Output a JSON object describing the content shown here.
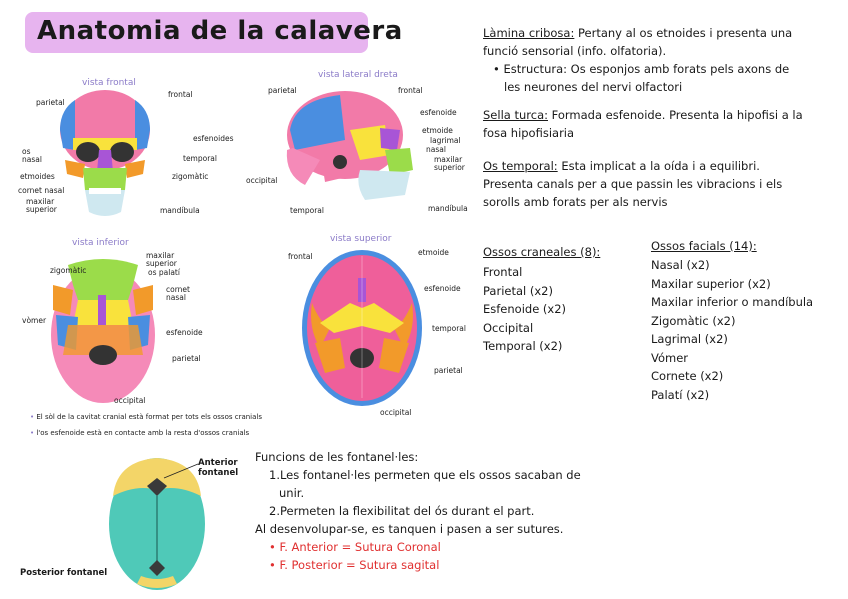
{
  "title": "Anatomia de la calavera",
  "views": {
    "frontal": {
      "label": "vista frontal",
      "bones": [
        "parietal",
        "frontal",
        "esfenoides",
        "os nasal",
        "temporal",
        "etmoides",
        "zigomàtic",
        "cornet nasal",
        "maxilar superior",
        "mandíbula"
      ]
    },
    "lateral": {
      "label": "vista lateral dreta",
      "bones": [
        "parietal",
        "frontal",
        "esfenoide",
        "etmoide",
        "lagrimal",
        "nasal",
        "maxilar superior",
        "occipital",
        "temporal",
        "mandíbula"
      ]
    },
    "inferior": {
      "label": "vista inferior",
      "bones": [
        "zigomàtic",
        "maxilar superior",
        "os palatí",
        "cornet nasal",
        "vòmer",
        "esfenoide",
        "parietal",
        "occipital"
      ]
    },
    "superior": {
      "label": "vista superior",
      "bones": [
        "frontal",
        "etmoide",
        "esfenoide",
        "temporal",
        "parietal",
        "occipital"
      ]
    }
  },
  "notes": [
    "El sòl de la cavitat cranial està format per tots els ossos cranials",
    "l'os esfenoide està en contacte amb la resta d'ossos cranials"
  ],
  "lamina": {
    "term": "Làmina cribosa:",
    "text1": " Pertany al os etnoides i presenta una",
    "text2": "funció sensorial (info. olfatoria).",
    "bullet1": "Estructura: Os esponjos amb forats pels axons de",
    "bullet2": "les neurones del nervi olfactori"
  },
  "sella": {
    "term": "Sella turca:",
    "text1": " Formada esfenoide. Presenta la hipofisi a la",
    "text2": "fosa hipofisiaria"
  },
  "temporal": {
    "term": "Os temporal:",
    "text1": " Esta implicat a la oída i a equilibri.",
    "text2": "Presenta canals per a que passin les vibracions i els",
    "text3": "sorolls amb forats per als nervis"
  },
  "cranials": {
    "heading": "Ossos craneales (8):",
    "items": [
      "Frontal",
      "Parietal (x2)",
      "Esfenoide (x2)",
      "Occipital",
      "Temporal (x2)"
    ]
  },
  "facials": {
    "heading": "Ossos facials (14):",
    "items": [
      "Nasal (x2)",
      "Maxilar superior (x2)",
      "Maxilar inferior o mandíbula",
      "Zigomàtic (x2)",
      "Lagrimal (x2)",
      "Vómer",
      "Cornete (x2)",
      "Palatí (x2)"
    ]
  },
  "fontanel": {
    "anterior_label": "Anterior fontanel",
    "posterior_label": "Posterior fontanel",
    "heading": "Funcions de les fontanel·les:",
    "item1_a": "1.Les fontanel·les permeten que els ossos sacaban de",
    "item1_b": "unir.",
    "item2": "2.Permeten la flexibilitat del ós durant el part.",
    "closing": "Al desenvolupar-se, es tanquen i pasen a ser sutures.",
    "red1": "F. Anterior = Sutura Coronal",
    "red2": "F. Posterior = Sutura sagital"
  },
  "colors": {
    "title_bg": "#e7b4ef",
    "frontal": "#f27aa8",
    "parietal": "#ef5f9a",
    "esfenoide": "#f9e23c",
    "temporal": "#4a8ee0",
    "zigomatic": "#f29a2a",
    "maxilar": "#9bdc4a",
    "mandibula": "#cfe8f0",
    "etmoide": "#a855d6",
    "occipital": "#f58ab8",
    "fontanel_ant": "#f3d568",
    "fontanel_main": "#4fc9b8",
    "red": "#e03030"
  }
}
